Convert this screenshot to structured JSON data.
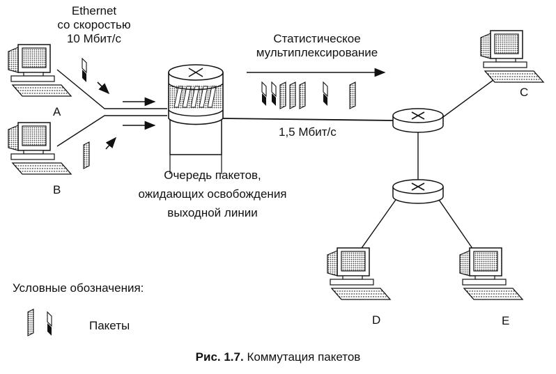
{
  "labels": {
    "ethernet_line1": "Ethernet",
    "ethernet_line2": "со скоростью",
    "ethernet_line3": "10 Мбит/с",
    "stat_mux_line1": "Статистическое",
    "stat_mux_line2": "мультиплексирование",
    "link_speed": "1,5 Мбит/с",
    "queue_line1": "Очередь пакетов,",
    "queue_line2": "ожидающих освобождения",
    "queue_line3": "выходной линии",
    "legend_title": "Условные обозначения:",
    "legend_packets": "Пакеты"
  },
  "hosts": {
    "a": "A",
    "b": "B",
    "c": "C",
    "d": "D",
    "e": "E"
  },
  "caption": {
    "number": "Рис. 1.7.",
    "title": "Коммутация пакетов"
  }
}
